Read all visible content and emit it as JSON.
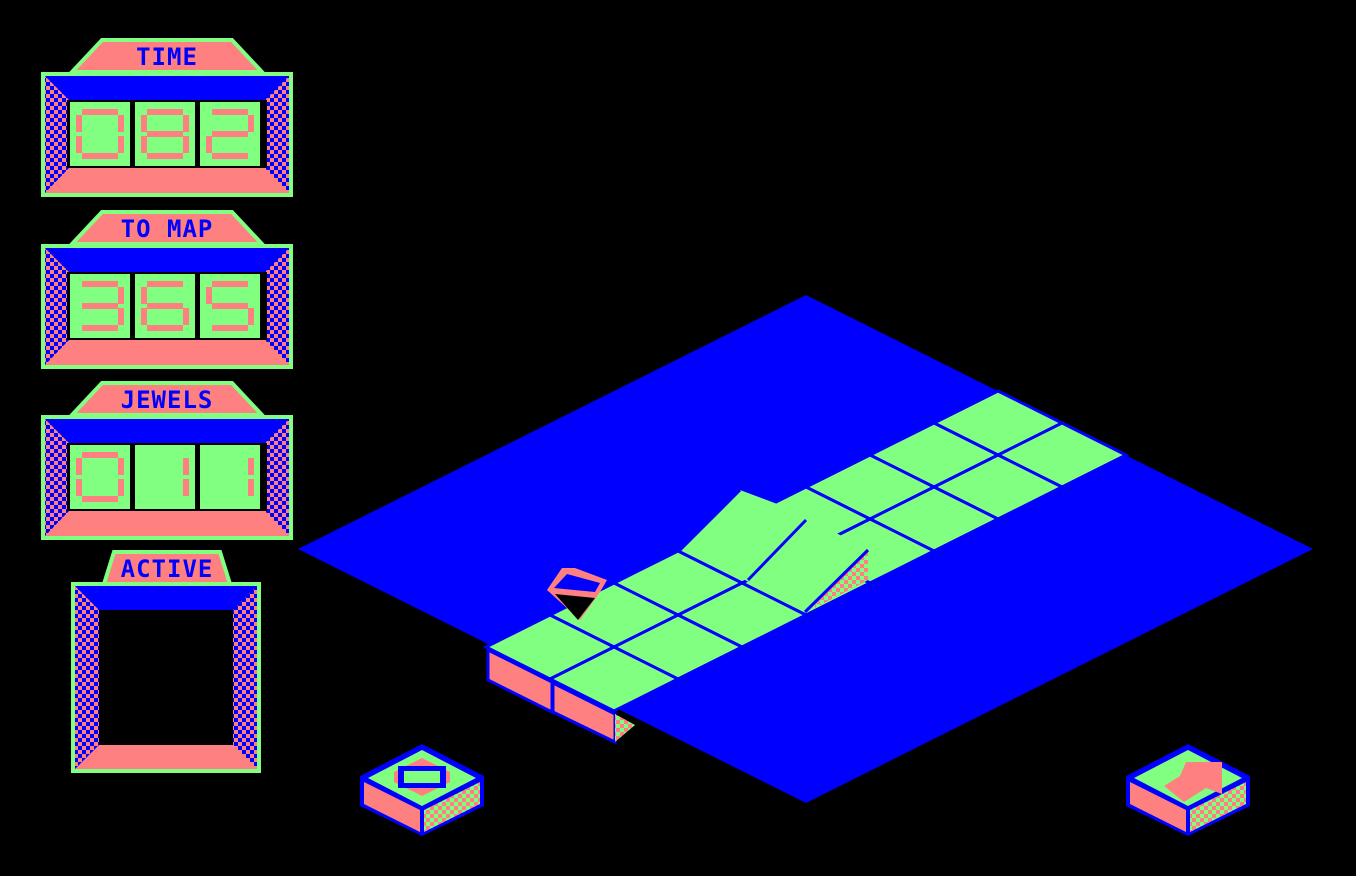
{
  "colors": {
    "green": "#80ff80",
    "pink": "#ff8080",
    "blue": "#0000ff",
    "black": "#000000"
  },
  "hud": {
    "time": {
      "label": "TIME",
      "value": "082"
    },
    "to_map": {
      "label": "TO MAP",
      "value": "365"
    },
    "jewels": {
      "label": "JEWELS",
      "value": "011"
    },
    "active": {
      "label": "ACTIVE"
    }
  },
  "buttons": {
    "left_icon": "map-block-icon",
    "right_icon": "direction-arrow-icon"
  }
}
